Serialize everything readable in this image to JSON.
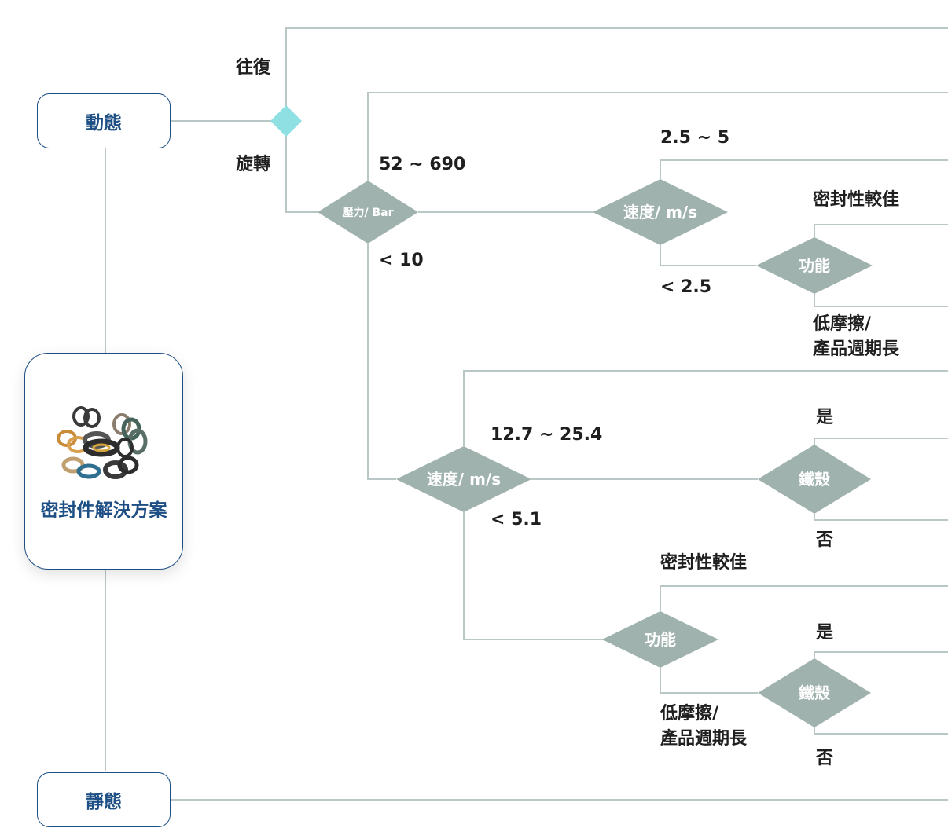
{
  "root": {
    "title": "密封件解決方案",
    "image": "seals-icon"
  },
  "dynamic": {
    "label": "動態"
  },
  "static": {
    "label": "靜態"
  },
  "motion": {
    "reciprocating": "往復",
    "rotary": "旋轉"
  },
  "pressure": {
    "diamond": "壓力/ Bar",
    "high": "52 ~ 690",
    "low": "< 10"
  },
  "speed_high_pressure": {
    "diamond": "速度/ m/s",
    "high": "2.5 ~ 5",
    "low": "< 2.5"
  },
  "function_1": {
    "diamond": "功能",
    "opt_seal": "密封性較佳",
    "opt_friction_1": "低摩擦/",
    "opt_friction_2": "產品週期長"
  },
  "speed_low_pressure": {
    "diamond": "速度/ m/s",
    "high": "12.7 ~ 25.4",
    "low": "< 5.1"
  },
  "shell_1": {
    "diamond": "鐵殼",
    "yes": "是",
    "no": "否"
  },
  "function_2": {
    "diamond": "功能",
    "opt_seal": "密封性較佳",
    "opt_friction_1": "低摩擦/",
    "opt_friction_2": "產品週期長"
  },
  "shell_2": {
    "diamond": "鐵殼",
    "yes": "是",
    "no": "否"
  },
  "colors": {
    "line": "#b9c7c7",
    "diamond": "#9fb2ae",
    "accent_diamond": "#8fe0e3",
    "brand_blue": "#1d4f84"
  }
}
